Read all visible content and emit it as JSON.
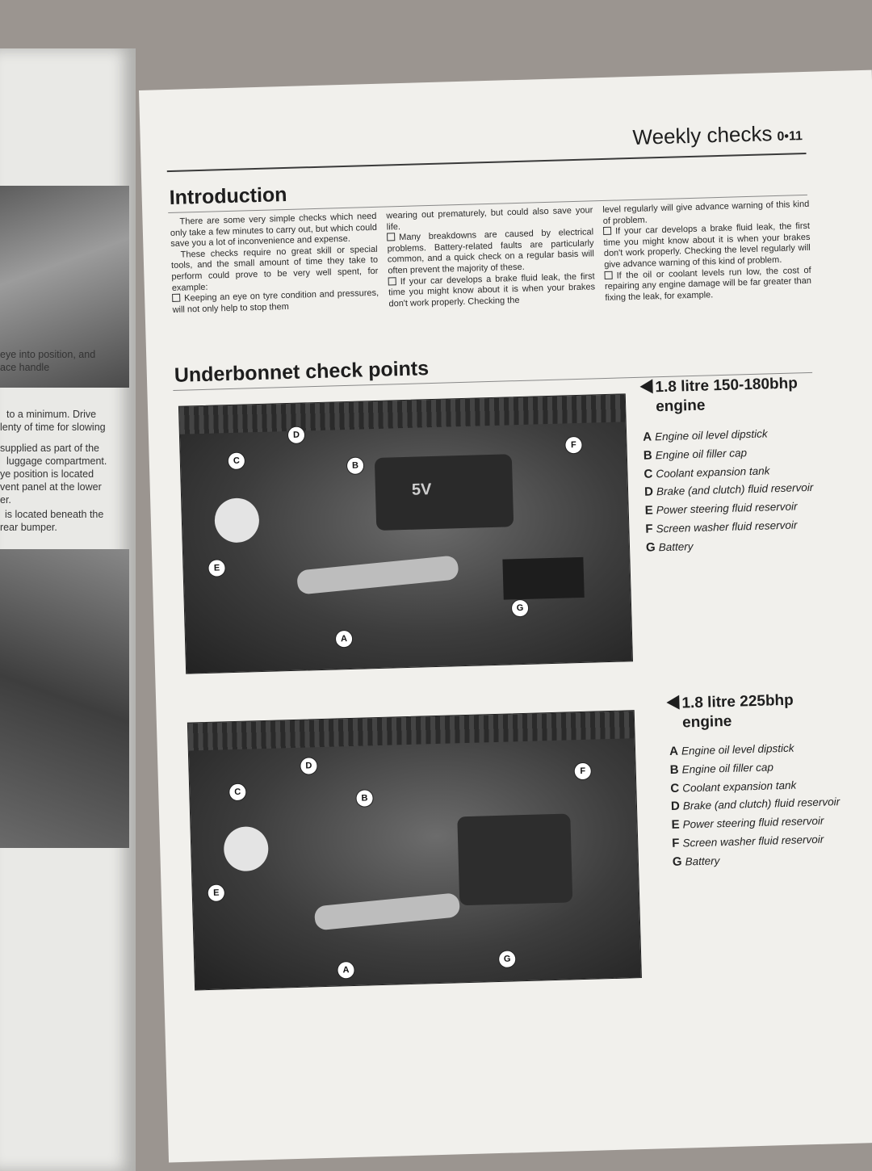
{
  "left_page": {
    "lines": [
      "eye into position, and",
      "ace handle",
      "to a minimum. Drive",
      "lenty of time for slowing",
      "supplied as part of the",
      "luggage compartment.",
      "ye position is located",
      "vent panel at the lower",
      "er.",
      "is located beneath the",
      "rear bumper."
    ]
  },
  "header": {
    "title": "Weekly checks",
    "page_number": "0•11"
  },
  "intro": {
    "title": "Introduction",
    "col1": [
      "There are some very simple checks which need only take a few minutes to carry out, but which could save you a lot of inconvenience and expense.",
      "These checks require no great skill or special tools, and the small amount of time they take to perform could prove to be very well spent, for example:",
      "Keeping an eye on tyre condition and pressures, will not only help to stop them"
    ],
    "col2": [
      "wearing out prematurely, but could also save your life.",
      "Many breakdowns are caused by electrical problems. Battery-related faults are particularly common, and a quick check on a regular basis will often prevent the majority of these.",
      "If your car develops a brake fluid leak, the first time you might know about it is when your brakes don't work properly. Checking the"
    ],
    "col3": [
      "level regularly will give advance warning of this kind of problem.",
      "If your car develops a brake fluid leak, the first time you might know about it is when your brakes don't work properly. Checking the level regularly will give advance warning of this kind of problem.",
      "If the oil or coolant levels run low, the cost of repairing any engine damage will be far greater than fixing the leak, for example."
    ]
  },
  "underbonnet": {
    "title": "Underbonnet check points",
    "engines": [
      {
        "title_line1": "1.8 litre 150-180bhp",
        "title_line2": "engine",
        "photo_text": "5V",
        "items": [
          {
            "letter": "A",
            "label": "Engine oil level dipstick"
          },
          {
            "letter": "B",
            "label": "Engine oil filler cap"
          },
          {
            "letter": "C",
            "label": "Coolant expansion tank"
          },
          {
            "letter": "D",
            "label": "Brake (and clutch) fluid reservoir"
          },
          {
            "letter": "E",
            "label": "Power steering fluid reservoir"
          },
          {
            "letter": "F",
            "label": "Screen washer fluid reservoir"
          },
          {
            "letter": "G",
            "label": "Battery"
          }
        ]
      },
      {
        "title_line1": "1.8 litre 225bhp",
        "title_line2": "engine",
        "items": [
          {
            "letter": "A",
            "label": "Engine oil level dipstick"
          },
          {
            "letter": "B",
            "label": "Engine oil filler cap"
          },
          {
            "letter": "C",
            "label": "Coolant expansion tank"
          },
          {
            "letter": "D",
            "label": "Brake (and clutch) fluid reservoir"
          },
          {
            "letter": "E",
            "label": "Power steering fluid reservoir"
          },
          {
            "letter": "F",
            "label": "Screen washer fluid reservoir"
          },
          {
            "letter": "G",
            "label": "Battery"
          }
        ]
      }
    ]
  },
  "photo_markers": [
    "A",
    "B",
    "C",
    "D",
    "E",
    "F",
    "G"
  ]
}
